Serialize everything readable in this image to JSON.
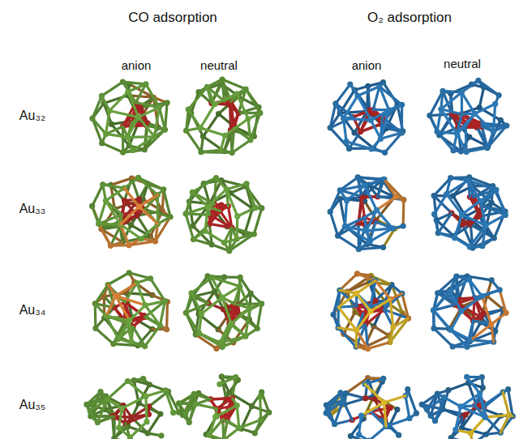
{
  "diagram": {
    "labels": [
      "CO adsorption",
      "O₂ adsorption",
      "anion",
      "neutral",
      "anion",
      "neutral",
      "Au₃₂",
      "Au₃₃",
      "Au₃₄",
      "Au₃₅"
    ]
  }
}
